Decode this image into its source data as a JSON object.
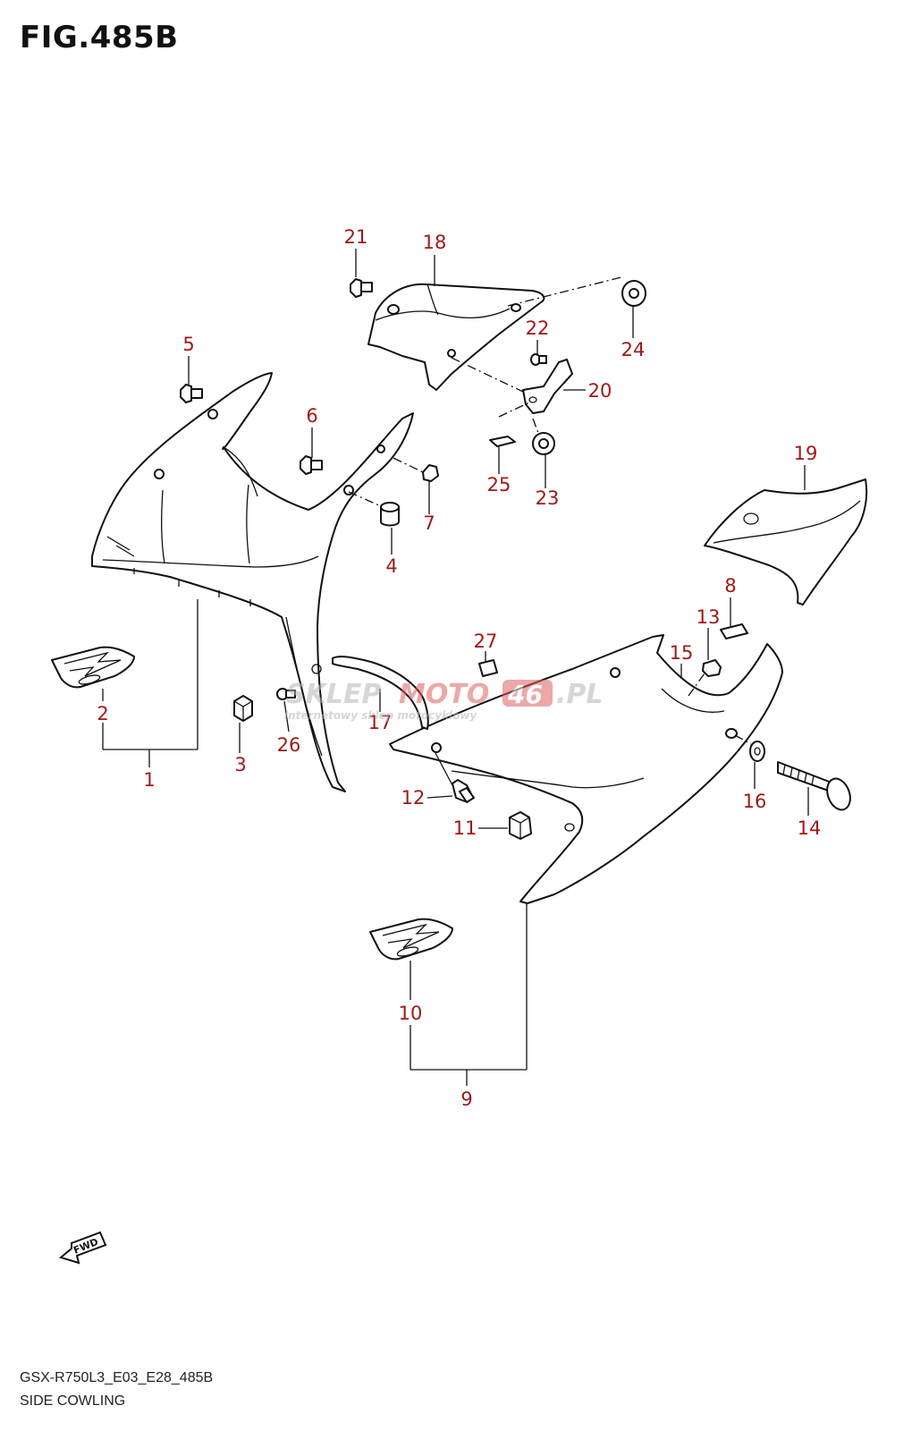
{
  "figure": {
    "title": "FIG.485B",
    "code": "GSX-R750L3_E03_E28_485B",
    "name": "SIDE COWLING"
  },
  "watermark": {
    "brand_gray": "SKLEP",
    "brand_red": "MOTO",
    "number": "46",
    "suffix": ".PL",
    "tagline": "internetowy sklep motocyklowy"
  },
  "fwd_label": "FWD",
  "callouts": {
    "c1": "1",
    "c2": "2",
    "c3": "3",
    "c4": "4",
    "c5": "5",
    "c6": "6",
    "c7": "7",
    "c8": "8",
    "c9": "9",
    "c10": "10",
    "c11": "11",
    "c12": "12",
    "c13": "13",
    "c14": "14",
    "c15": "15",
    "c16": "16",
    "c17": "17",
    "c18": "18",
    "c19": "19",
    "c20": "20",
    "c21": "21",
    "c22": "22",
    "c23": "23",
    "c24": "24",
    "c25": "25",
    "c26": "26",
    "c27": "27"
  },
  "colors": {
    "callout": "#a01818",
    "line": "#111111",
    "watermark_gray": "#b5b5b5",
    "watermark_red": "#e06060"
  }
}
